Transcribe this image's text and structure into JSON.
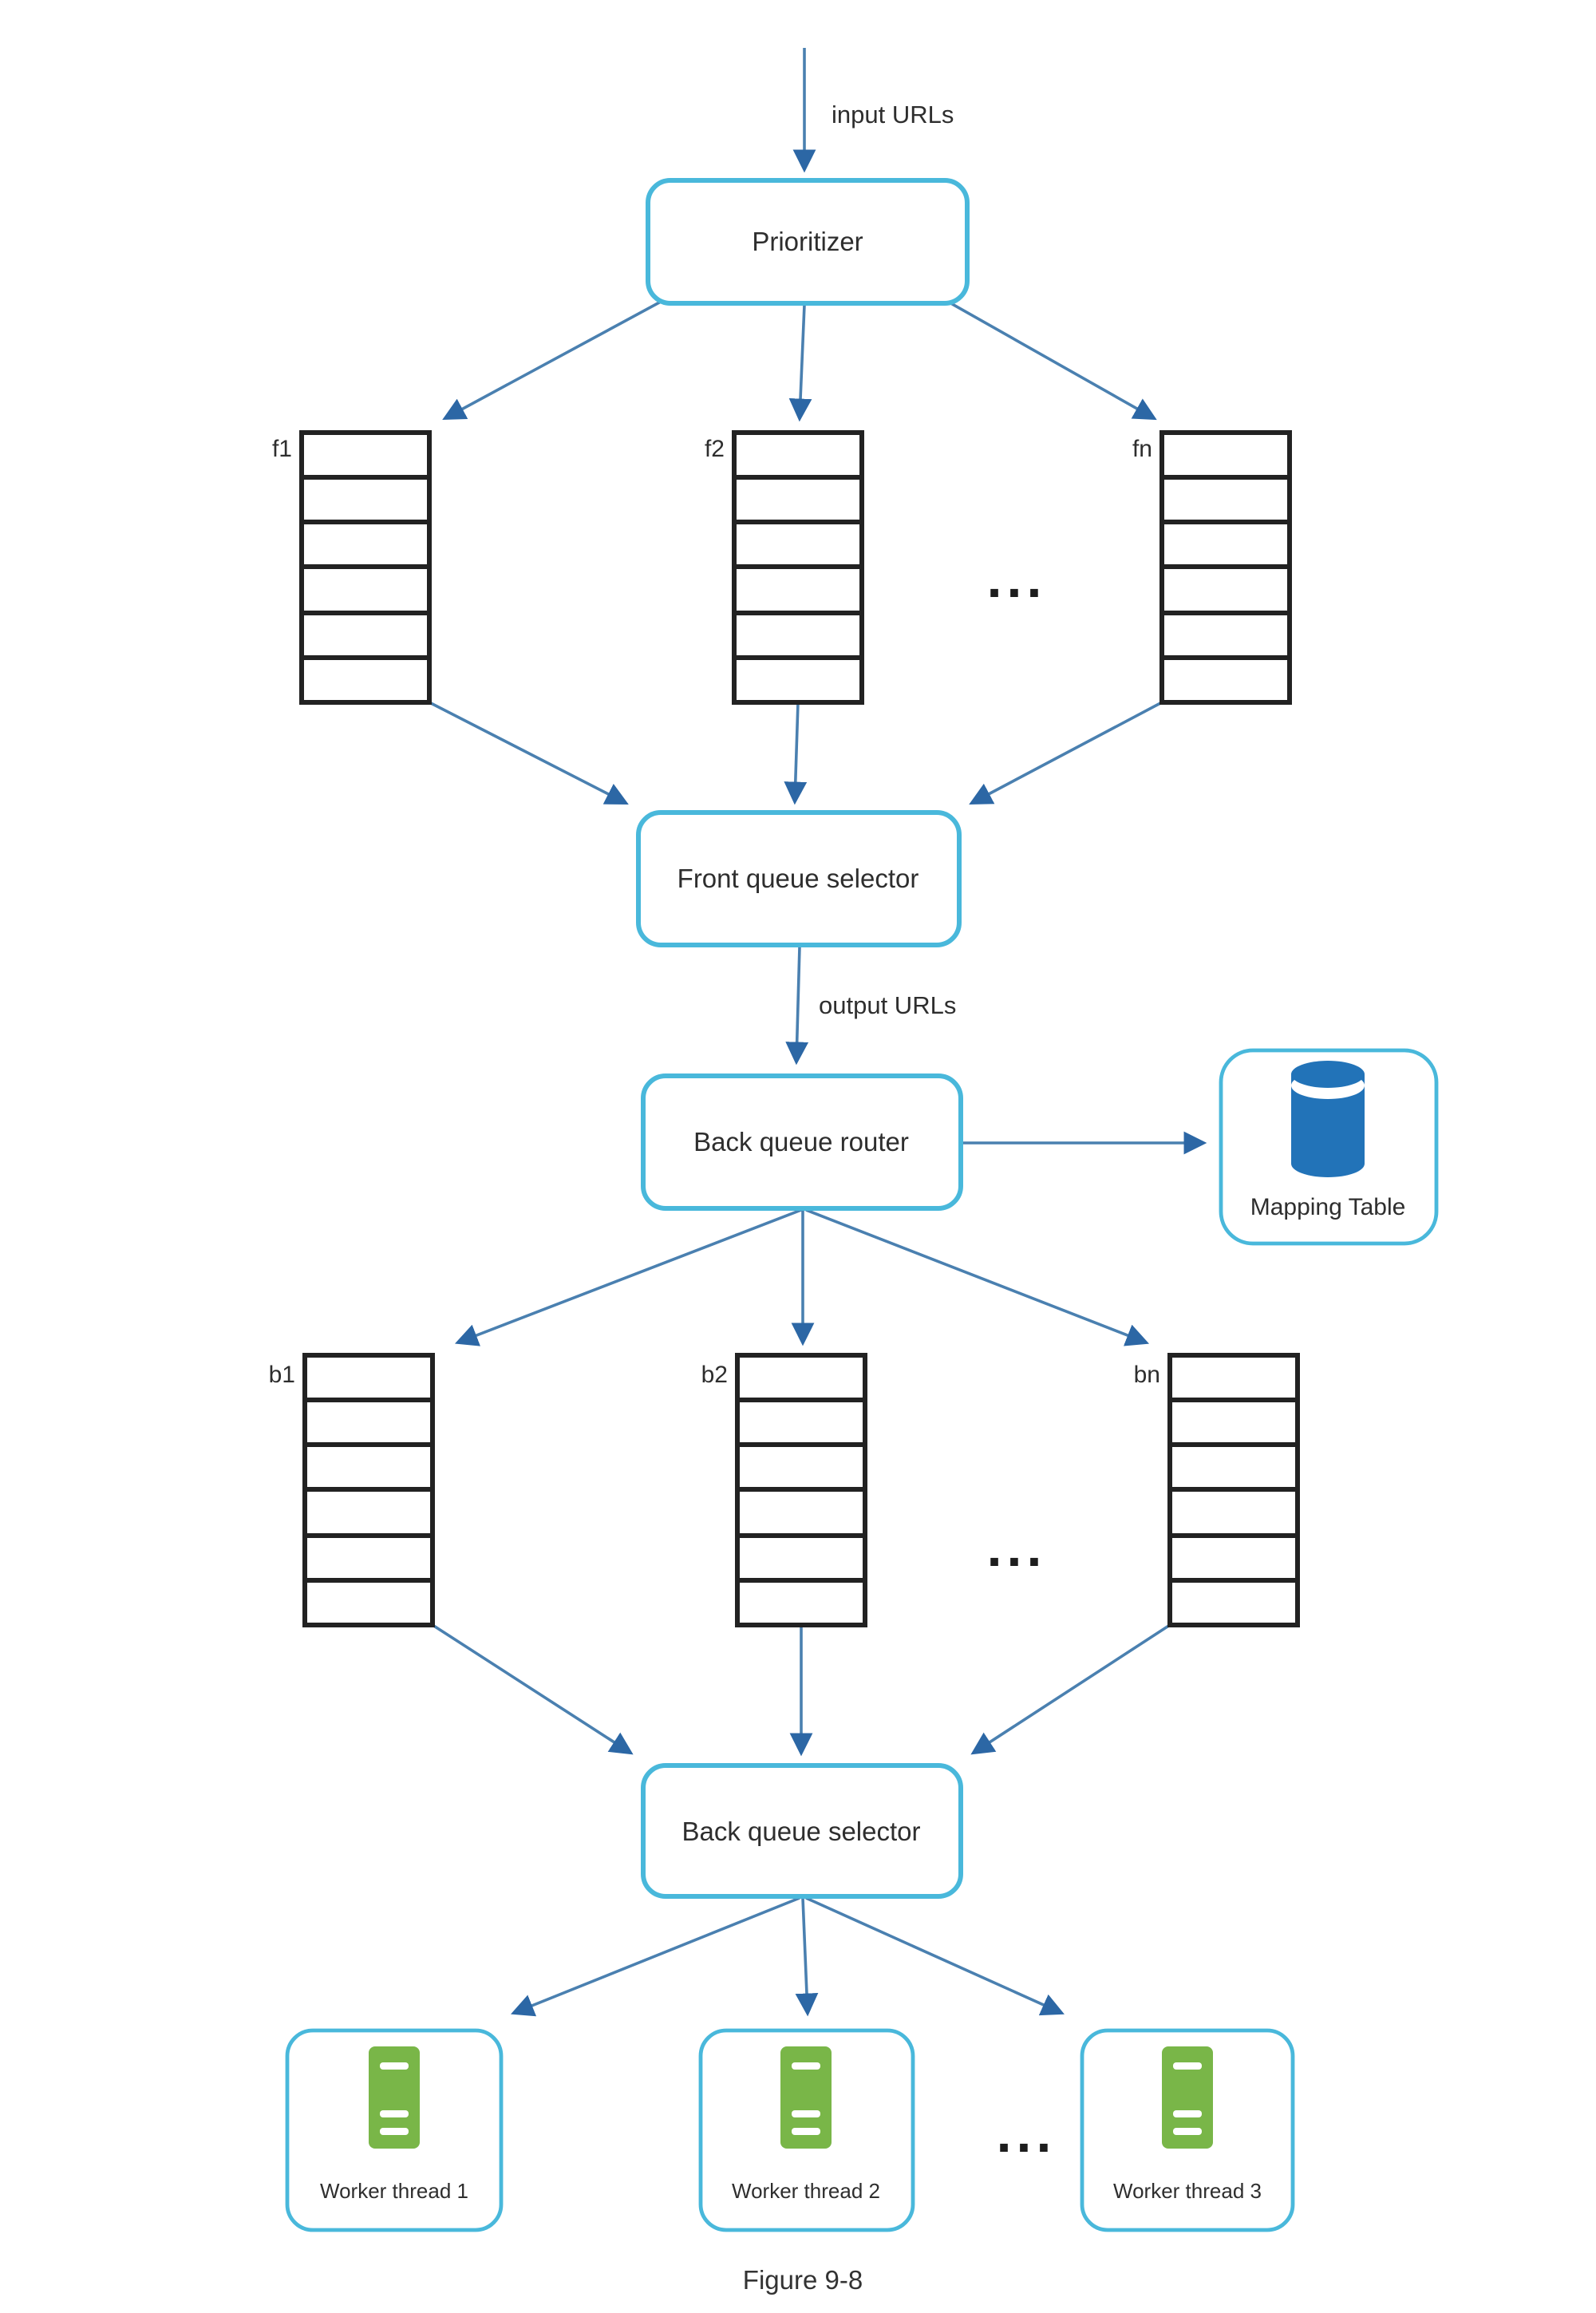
{
  "figure": {
    "caption": "Figure 9-8"
  },
  "colors": {
    "accent": "#49b8db",
    "arrow": "#4a80b0",
    "arrowhead": "#2c67a5",
    "stack_stroke": "#222222",
    "text": "#2e2e2e",
    "db_blue": "#2273b8",
    "server_green": "#79b648",
    "bg": "#ffffff"
  },
  "annotations": {
    "input_urls": "input URLs",
    "output_urls": "output URLs",
    "ellipsis": "..."
  },
  "nodes": {
    "prioritizer": {
      "label": "Prioritizer"
    },
    "front_queue_selector": {
      "label": "Front queue selector"
    },
    "back_queue_router": {
      "label": "Back queue router"
    },
    "mapping_table": {
      "label": "Mapping Table"
    },
    "back_queue_selector": {
      "label": "Back queue selector"
    },
    "workers": [
      {
        "label": "Worker thread 1"
      },
      {
        "label": "Worker thread 2"
      },
      {
        "label": "Worker thread 3"
      }
    ]
  },
  "front_queues": {
    "labels": [
      "f1",
      "f2",
      "fn"
    ],
    "rows": 6
  },
  "back_queues": {
    "labels": [
      "b1",
      "b2",
      "bn"
    ],
    "rows": 6
  }
}
